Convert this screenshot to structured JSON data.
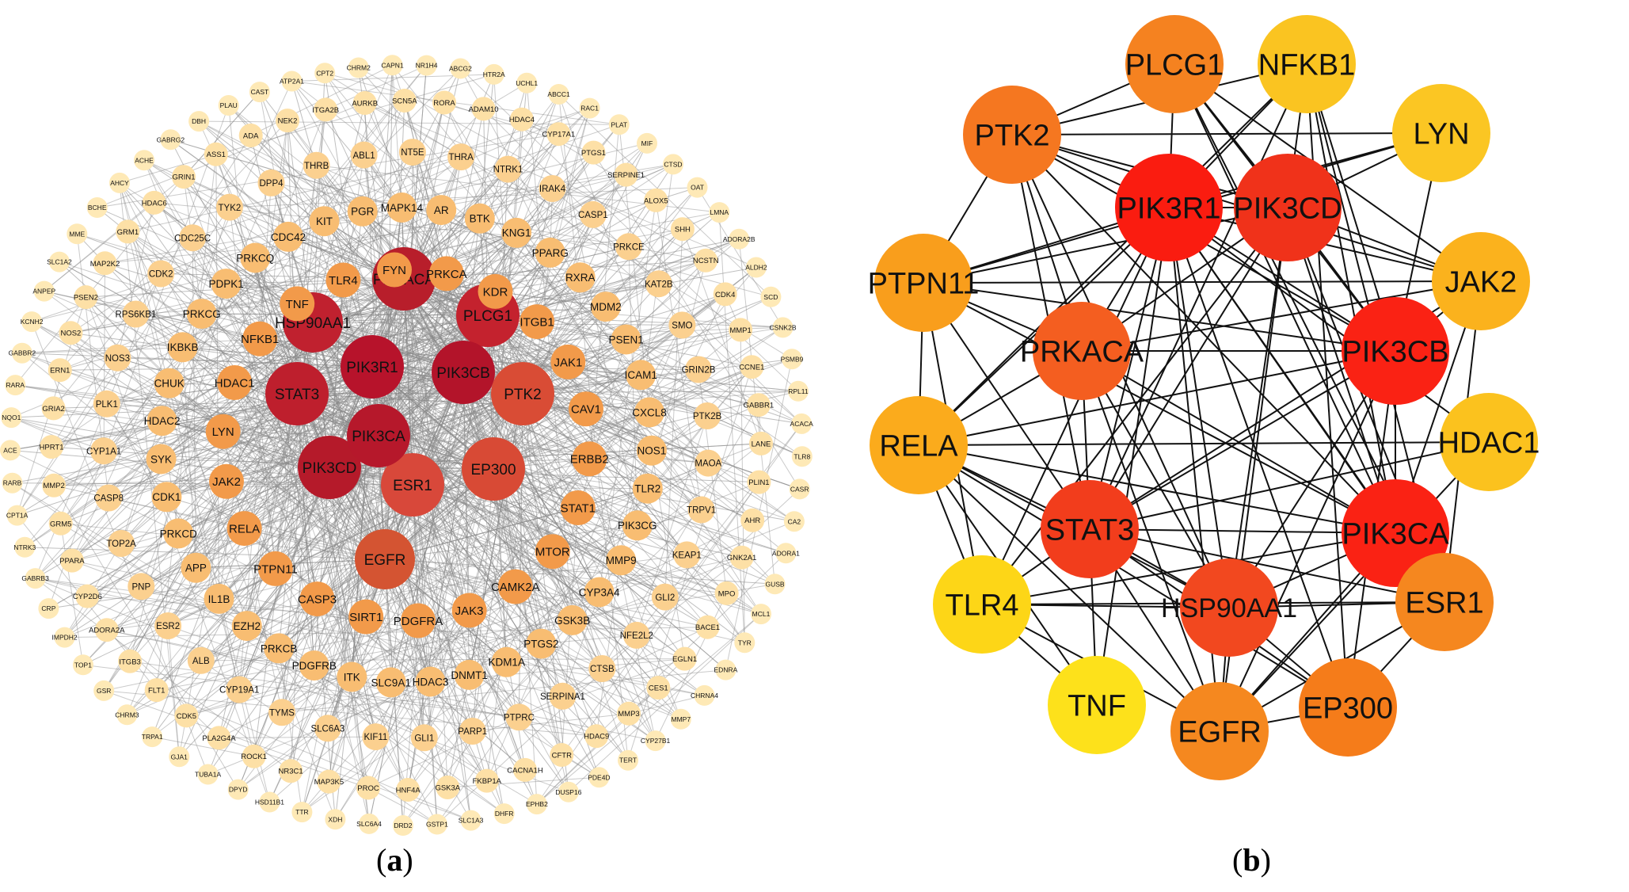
{
  "panels": {
    "a": {
      "caption": "a",
      "core": [
        {
          "label": "PRKACA",
          "color": "#b81e2b"
        },
        {
          "label": "PLCG1",
          "color": "#c4222e"
        },
        {
          "label": "PIK3CB",
          "color": "#b3142a"
        },
        {
          "label": "PTK2",
          "color": "#d94c35"
        },
        {
          "label": "EP300",
          "color": "#d84a35"
        },
        {
          "label": "ESR1",
          "color": "#d8483a"
        },
        {
          "label": "EGFR",
          "color": "#d45432"
        },
        {
          "label": "PIK3CD",
          "color": "#b51a2a"
        },
        {
          "label": "STAT3",
          "color": "#be1f2d"
        },
        {
          "label": "PIK3R1",
          "color": "#b7132b"
        },
        {
          "label": "HSP90AA1",
          "color": "#c0212f"
        },
        {
          "label": "PIK3CA",
          "color": "#b6182b"
        }
      ],
      "ring2": [
        "PRKCA",
        "KDR",
        "ITGB1",
        "JAK1",
        "CAV1",
        "ERBB2",
        "STAT1",
        "MTOR",
        "CAMK2A",
        "JAK3",
        "PDGFRA",
        "SIRT1",
        "CASP3",
        "PTPN11",
        "RELA",
        "JAK2",
        "LYN",
        "HDAC1",
        "NFKB1",
        "TNF",
        "TLR4",
        "FYN"
      ],
      "ring3": [
        "PGR",
        "MAPK14",
        "AR",
        "BTK",
        "KNG1",
        "PPARG",
        "RXRA",
        "MDM2",
        "PSEN1",
        "ICAM1",
        "CXCL8",
        "NOS1",
        "TLR2",
        "PIK3CG",
        "MMP9",
        "CYP3A4",
        "GSK3B",
        "PTGS2",
        "KDM1A",
        "DNMT1",
        "HDAC3",
        "SLC9A1",
        "ITK",
        "PDGFRB",
        "PRKCB",
        "EZH2",
        "IL1B",
        "APP",
        "PRKCD",
        "CDK1",
        "SYK",
        "HDAC2",
        "CHUK",
        "IKBKB",
        "PRKCG",
        "PDPK1",
        "PRKCQ",
        "CDC42",
        "KIT"
      ],
      "ring4": [
        "NT5E",
        "THRA",
        "NTRK1",
        "IRAK4",
        "CASP1",
        "PRKCE",
        "KAT2B",
        "SMO",
        "GRIN2B",
        "PTK2B",
        "MAOA",
        "TRPV1",
        "KEAP1",
        "GLI2",
        "NFE2L2",
        "CTSB",
        "SERPINA1",
        "PTPRC",
        "PARP1",
        "GLI1",
        "KIF11",
        "SLC6A3",
        "TYMS",
        "CYP19A1",
        "ALB",
        "ESR2",
        "PNP",
        "TOP2A",
        "CASP8",
        "CYP1A1",
        "PLK1",
        "NOS3",
        "RPS6KB1",
        "CDK2",
        "CDC25C",
        "TYK2",
        "DPP4",
        "THRB",
        "ABL1"
      ],
      "ring5": [
        "ITGA2B",
        "AURKB",
        "SCN5A",
        "RORA",
        "ADAM10",
        "HDAC4",
        "CYP17A1",
        "PTGS1",
        "SERPINE1",
        "ALOX5",
        "SHH",
        "NCSTN",
        "CDK4",
        "MMP1",
        "CCNE1",
        "GABBR1",
        "LANE",
        "PLIN1",
        "AHR",
        "GNK2A1",
        "MPO",
        "BACE1",
        "EGLN1",
        "CES1",
        "MMP3",
        "HDAC9",
        "CFTR",
        "CACNA1H",
        "FKBP1A",
        "GSK3A",
        "HNF4A",
        "PROC",
        "MAP3K5",
        "NR3C1",
        "ROCK1",
        "PLA2G4A",
        "CDK5",
        "FLT1",
        "ITGB3",
        "ADORA2A",
        "CYP2D6",
        "PPARA",
        "GRM5",
        "MMP2",
        "HPRT1",
        "GRIA2",
        "ERN1",
        "NOS2",
        "PSEN2",
        "MAP2K2",
        "GRM1",
        "HDAC6",
        "GRIN1",
        "ASS1",
        "ADA",
        "NEK2"
      ],
      "ring6": [
        "CAST",
        "ATP2A1",
        "CPT2",
        "CHRM2",
        "CAPN1",
        "NR1H4",
        "ABCG2",
        "HTR2A",
        "UCHL1",
        "ABCC1",
        "RAC1",
        "PLAT",
        "MIF",
        "CTSD",
        "OAT",
        "LMNA",
        "ADORA2B",
        "ALDH2",
        "SCD",
        "CSNK2B",
        "PSMB9",
        "RPL11",
        "ACACA",
        "TLR8",
        "CASR",
        "CA2",
        "ADORA1",
        "GUSB",
        "MCL1",
        "TYR",
        "EDNRA",
        "CHRNA4",
        "MMP7",
        "CYP27B1",
        "TERT",
        "PDE4D",
        "DUSP16",
        "EPHB2",
        "DHFR",
        "SLC1A3",
        "GSTP1",
        "DRD2",
        "SLC6A4",
        "XDH",
        "TTR",
        "HSD11B1",
        "DPYD",
        "TUBA1A",
        "GJA1",
        "TRPA1",
        "CHRM3",
        "GSR",
        "TOP1",
        "IMPDH2",
        "CRP",
        "GABRB3",
        "NTRK3",
        "CPT1A",
        "RARB",
        "ACE",
        "NQO1",
        "RARA",
        "GABBR2",
        "KCNH2",
        "ANPEP",
        "SLC1A2",
        "MME",
        "BCHE",
        "AHCY",
        "ACHE",
        "GABRG2",
        "DBH",
        "PLAU"
      ],
      "colors": {
        "ring2": "#f29a4a",
        "ring3": "#f8bd72",
        "ring4": "#fbd08f",
        "ring5": "#fde0a6",
        "ring6": "#fee9b6",
        "edge": "#8a8a8a"
      }
    },
    "b": {
      "caption": "b",
      "nodes": [
        {
          "label": "PIK3R1",
          "color": "#fa1c10"
        },
        {
          "label": "PIK3CD",
          "color": "#f0321a"
        },
        {
          "label": "PIK3CB",
          "color": "#fa2214"
        },
        {
          "label": "PIK3CA",
          "color": "#fa2214"
        },
        {
          "label": "STAT3",
          "color": "#f23d1c"
        },
        {
          "label": "HSP90AA1",
          "color": "#f2481f"
        },
        {
          "label": "PRKACA",
          "color": "#f45e20"
        },
        {
          "label": "PLCG1",
          "color": "#f58220"
        },
        {
          "label": "NFKB1",
          "color": "#fac421"
        },
        {
          "label": "LYN",
          "color": "#fbc623"
        },
        {
          "label": "JAK2",
          "color": "#fbb21d"
        },
        {
          "label": "HDAC1",
          "color": "#fbc21e"
        },
        {
          "label": "ESR1",
          "color": "#f5871f"
        },
        {
          "label": "EP300",
          "color": "#f57c1a"
        },
        {
          "label": "EGFR",
          "color": "#f5881f"
        },
        {
          "label": "TNF",
          "color": "#fde11b"
        },
        {
          "label": "TLR4",
          "color": "#fdd617"
        },
        {
          "label": "RELA",
          "color": "#fbab1c"
        },
        {
          "label": "PTPN11",
          "color": "#f99e1c"
        },
        {
          "label": "PTK2",
          "color": "#f57720"
        }
      ],
      "edges": [
        [
          0,
          1
        ],
        [
          0,
          2
        ],
        [
          0,
          3
        ],
        [
          0,
          4
        ],
        [
          0,
          5
        ],
        [
          0,
          6
        ],
        [
          0,
          7
        ],
        [
          0,
          8
        ],
        [
          0,
          9
        ],
        [
          0,
          10
        ],
        [
          0,
          11
        ],
        [
          0,
          12
        ],
        [
          0,
          13
        ],
        [
          0,
          14
        ],
        [
          0,
          15
        ],
        [
          0,
          16
        ],
        [
          0,
          17
        ],
        [
          0,
          18
        ],
        [
          0,
          19
        ],
        [
          1,
          2
        ],
        [
          1,
          3
        ],
        [
          1,
          4
        ],
        [
          1,
          5
        ],
        [
          1,
          6
        ],
        [
          1,
          7
        ],
        [
          1,
          8
        ],
        [
          1,
          9
        ],
        [
          1,
          10
        ],
        [
          1,
          12
        ],
        [
          1,
          14
        ],
        [
          1,
          16
        ],
        [
          1,
          18
        ],
        [
          1,
          19
        ],
        [
          2,
          3
        ],
        [
          2,
          4
        ],
        [
          2,
          5
        ],
        [
          2,
          6
        ],
        [
          2,
          7
        ],
        [
          2,
          8
        ],
        [
          2,
          9
        ],
        [
          2,
          10
        ],
        [
          2,
          13
        ],
        [
          2,
          14
        ],
        [
          2,
          17
        ],
        [
          2,
          18
        ],
        [
          2,
          19
        ],
        [
          3,
          4
        ],
        [
          3,
          5
        ],
        [
          3,
          6
        ],
        [
          3,
          7
        ],
        [
          3,
          8
        ],
        [
          3,
          10
        ],
        [
          3,
          12
        ],
        [
          3,
          14
        ],
        [
          3,
          16
        ],
        [
          3,
          17
        ],
        [
          3,
          18
        ],
        [
          3,
          19
        ],
        [
          4,
          5
        ],
        [
          4,
          6
        ],
        [
          4,
          8
        ],
        [
          4,
          10
        ],
        [
          4,
          11
        ],
        [
          4,
          12
        ],
        [
          4,
          13
        ],
        [
          4,
          14
        ],
        [
          4,
          15
        ],
        [
          4,
          16
        ],
        [
          4,
          17
        ],
        [
          4,
          18
        ],
        [
          4,
          19
        ],
        [
          5,
          6
        ],
        [
          5,
          12
        ],
        [
          5,
          13
        ],
        [
          5,
          14
        ],
        [
          5,
          16
        ],
        [
          5,
          17
        ],
        [
          5,
          19
        ],
        [
          6,
          10
        ],
        [
          6,
          14
        ],
        [
          6,
          17
        ],
        [
          6,
          18
        ],
        [
          6,
          19
        ],
        [
          7,
          10
        ],
        [
          7,
          12
        ],
        [
          8,
          12
        ],
        [
          8,
          13
        ],
        [
          8,
          17
        ],
        [
          9,
          18
        ],
        [
          9,
          19
        ],
        [
          10,
          12
        ],
        [
          10,
          18
        ],
        [
          10,
          19
        ],
        [
          11,
          14
        ],
        [
          11,
          17
        ],
        [
          12,
          13
        ],
        [
          12,
          14
        ],
        [
          12,
          16
        ],
        [
          13,
          14
        ],
        [
          13,
          17
        ],
        [
          14,
          16
        ],
        [
          14,
          17
        ],
        [
          16,
          17
        ],
        [
          16,
          18
        ],
        [
          17,
          18
        ],
        [
          18,
          19
        ],
        [
          7,
          19
        ],
        [
          8,
          19
        ],
        [
          15,
          16
        ],
        [
          15,
          17
        ]
      ]
    }
  }
}
